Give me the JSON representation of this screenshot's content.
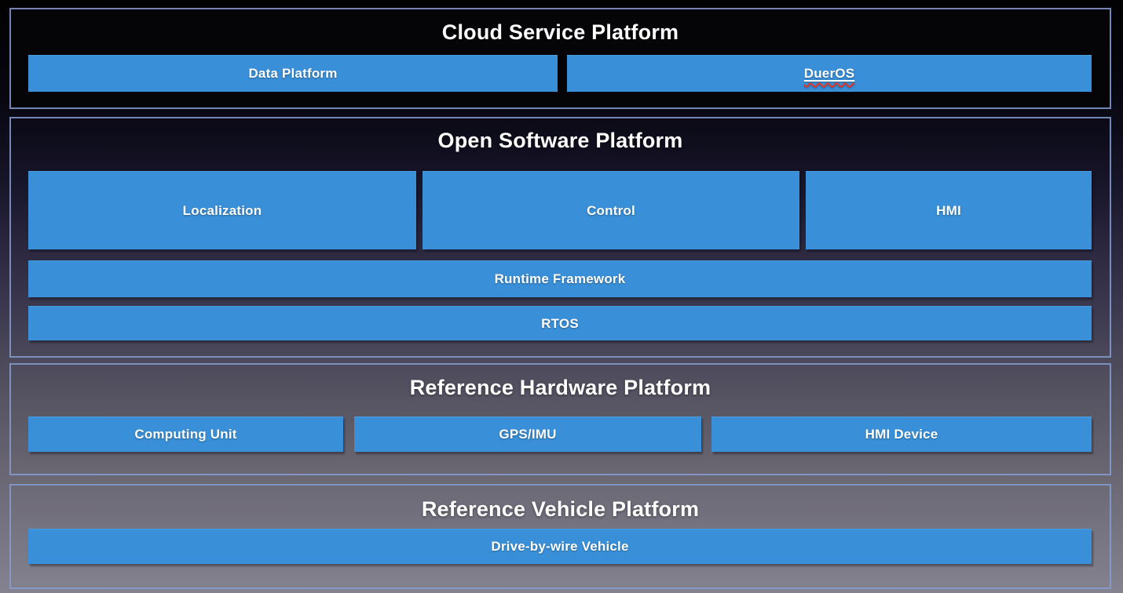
{
  "colors": {
    "box_blue": "#3a90d8",
    "panel_border_blue": "#859ed0",
    "background_top": "#020203",
    "background_bottom": "#858290",
    "label_text": "#ffffff",
    "spellcheck_underline_red": "#e0372b"
  },
  "sections": [
    {
      "title": "Cloud Service Platform",
      "boxes": [
        {
          "label": "Data Platform"
        },
        {
          "label": "DuerOS"
        }
      ]
    },
    {
      "title": "Open Software Platform",
      "boxes": [
        {
          "label": "Localization"
        },
        {
          "label": "Control"
        },
        {
          "label": "HMI"
        },
        {
          "label": "Runtime Framework"
        },
        {
          "label": "RTOS"
        }
      ]
    },
    {
      "title": "Reference Hardware Platform",
      "boxes": [
        {
          "label": "Computing Unit"
        },
        {
          "label": "GPS/IMU"
        },
        {
          "label": "HMI Device"
        }
      ]
    },
    {
      "title": "Reference Vehicle Platform",
      "boxes": [
        {
          "label": "Drive-by-wire Vehicle"
        }
      ]
    }
  ]
}
